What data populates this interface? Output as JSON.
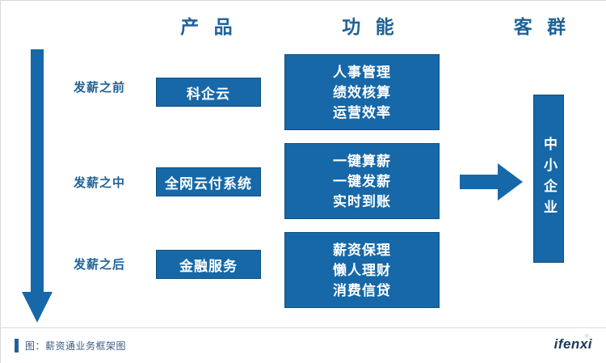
{
  "headers": {
    "product": "产 品",
    "function": "功 能",
    "customer": "客 群"
  },
  "stages": [
    {
      "label": "发薪之前"
    },
    {
      "label": "发薪之中"
    },
    {
      "label": "发薪之后"
    }
  ],
  "products": [
    {
      "label": "科企云"
    },
    {
      "label": "全网云付系统"
    },
    {
      "label": "金融服务"
    }
  ],
  "functions": [
    {
      "lines": [
        "人事管理",
        "绩效核算",
        "运营效率"
      ]
    },
    {
      "lines": [
        "一键算薪",
        "一键发薪",
        "实时到账"
      ]
    },
    {
      "lines": [
        "薪资保理",
        "懒人理财",
        "消费信贷"
      ]
    }
  ],
  "customer": {
    "label": "中小企业"
  },
  "arrows": {
    "down": "down-arrow",
    "right": "right-arrow"
  },
  "footer": {
    "caption": "图：薪资通业务框架图",
    "brand": "ifenxi",
    "brand_mark": "✳"
  },
  "colors": {
    "primary_blue": "#1668a8",
    "header_blue": "#1f6197",
    "box_border": "#10527f",
    "caption_text": "#3c5d80",
    "brand_text": "#1b3a5c",
    "background": "#ffffff"
  }
}
